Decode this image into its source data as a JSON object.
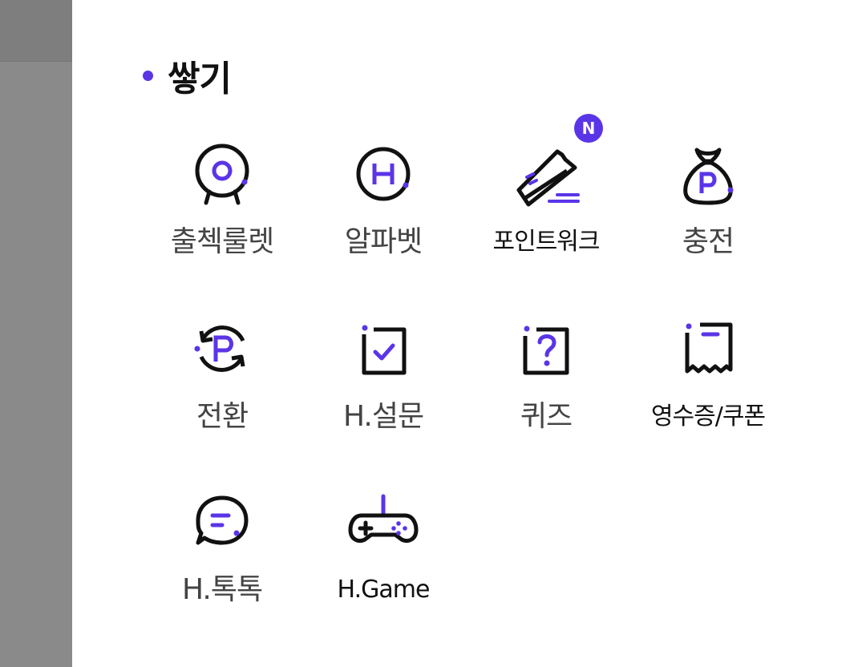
{
  "section": {
    "title": "쌓기"
  },
  "items": [
    {
      "label": "출첵룰렛",
      "icon": "roulette-icon",
      "badge": ""
    },
    {
      "label": "알파벳",
      "icon": "alphabet-h-icon",
      "badge": ""
    },
    {
      "label": "포인트워크",
      "icon": "sneaker-icon",
      "badge": "N"
    },
    {
      "label": "충전",
      "icon": "point-bag-icon",
      "badge": ""
    },
    {
      "label": "전환",
      "icon": "point-convert-icon",
      "badge": ""
    },
    {
      "label": "H.설문",
      "icon": "survey-check-icon",
      "badge": ""
    },
    {
      "label": "퀴즈",
      "icon": "quiz-icon",
      "badge": ""
    },
    {
      "label": "영수증/쿠폰",
      "icon": "receipt-icon",
      "badge": ""
    },
    {
      "label": "H.톡톡",
      "icon": "chat-bubble-icon",
      "badge": ""
    },
    {
      "label": "H.Game",
      "icon": "gamepad-icon",
      "badge": ""
    }
  ],
  "colors": {
    "accent": "#5a35e8",
    "stroke": "#111111",
    "label": "#444444"
  }
}
